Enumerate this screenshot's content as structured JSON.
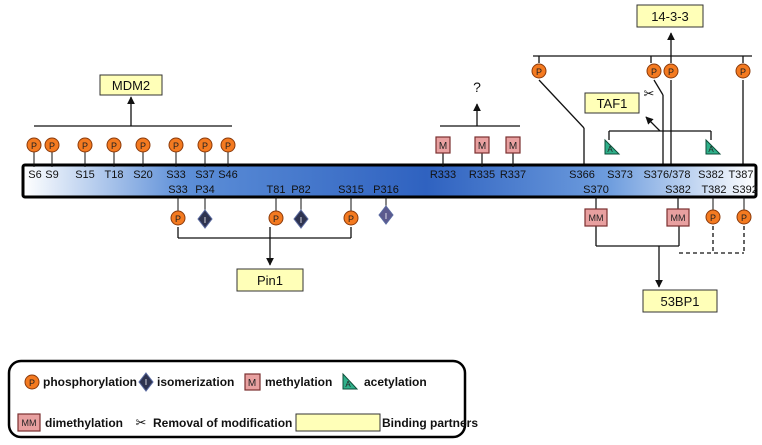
{
  "colors": {
    "phospho_fill": "#F47A20",
    "phospho_stroke": "#8B3A0A",
    "methyl_fill": "#E8A0A0",
    "methyl_stroke": "#7A3030",
    "acetyl_fill": "#2FB08A",
    "isomer_fill": "#2E3350",
    "partner_fill": "#FFFFB8",
    "bar_gradient": [
      "#FFFFFF",
      "#5D8FD8",
      "#2F62C0",
      "#6E9DDE",
      "#FFFFFF"
    ]
  },
  "partners": {
    "mdm2": "MDM2",
    "p14_3_3": "14-3-3",
    "taf1": "TAF1",
    "pin1": "Pin1",
    "bp53": "53BP1",
    "unknown": "?"
  },
  "symbols": {
    "phospho": "P",
    "methyl": "M",
    "dimethyl": "MM",
    "acetyl": "A",
    "isomer": "I",
    "scissors": "✂"
  },
  "sites": {
    "top": [
      "S6",
      "S9",
      "S15",
      "T18",
      "S20",
      "S33",
      "S37",
      "S46",
      "R333",
      "R335",
      "R337",
      "S366",
      "S373",
      "S376/378",
      "S382",
      "T387"
    ],
    "bottom": [
      "S33",
      "P34",
      "T81",
      "P82",
      "S315",
      "P316",
      "S370",
      "S382",
      "T382",
      "S392"
    ]
  },
  "legend": {
    "phospho": "phosphorylation",
    "isomer": "isomerization",
    "methyl": "methylation",
    "acetyl": "acetylation",
    "dimethyl": "dimethylation",
    "scissors": "Removal of modification",
    "partners": "Binding partners"
  }
}
